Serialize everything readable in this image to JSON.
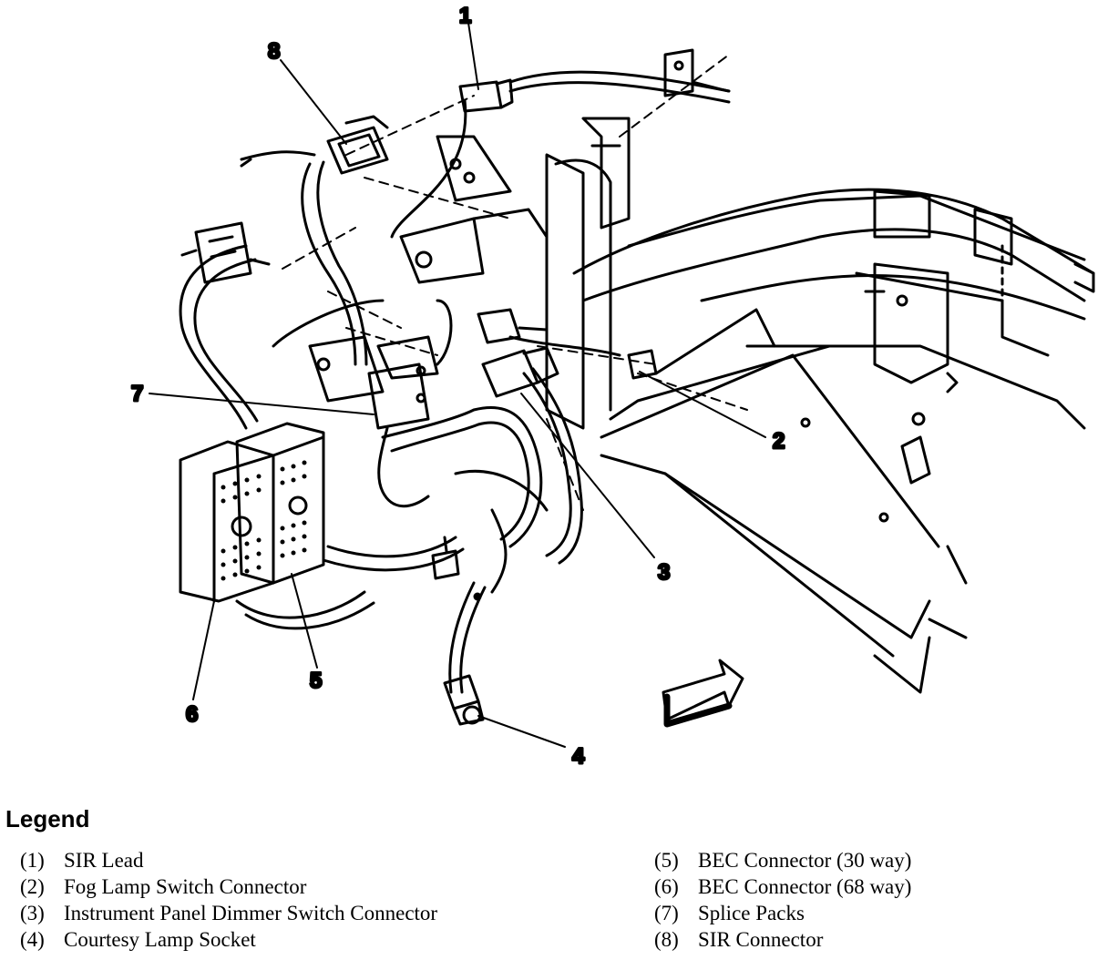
{
  "callouts": [
    "1",
    "2",
    "3",
    "4",
    "5",
    "6",
    "7",
    "8"
  ],
  "legend": {
    "title": "Legend",
    "items": [
      {
        "num": "(1)",
        "text": "SIR Lead"
      },
      {
        "num": "(2)",
        "text": "Fog Lamp Switch Connector"
      },
      {
        "num": "(3)",
        "text": "Instrument Panel Dimmer Switch Connector"
      },
      {
        "num": "(4)",
        "text": "Courtesy Lamp Socket"
      },
      {
        "num": "(5)",
        "text": "BEC Connector (30 way)"
      },
      {
        "num": "(6)",
        "text": "BEC Connector (68 way)"
      },
      {
        "num": "(7)",
        "text": "Splice Packs"
      },
      {
        "num": "(8)",
        "text": "SIR Connector"
      }
    ]
  }
}
